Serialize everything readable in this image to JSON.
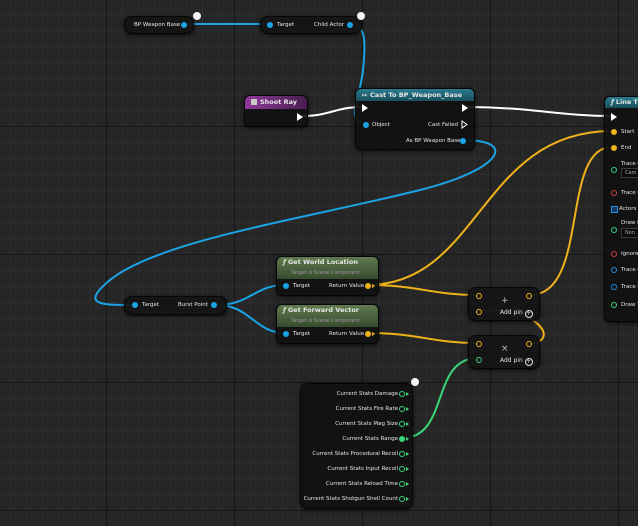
{
  "nodes": {
    "bp_weapon_base_var": {
      "label": "BP Weapon Base"
    },
    "child_actor_get": {
      "target": "Target",
      "output": "Child Actor"
    },
    "cast": {
      "title": "Cast To BP_Weapon_Base",
      "object": "Object",
      "cast_failed": "Cast Failed",
      "output": "As BP Weapon Base"
    },
    "shoot_ray": {
      "title": "Shoot Ray"
    },
    "line_trace": {
      "title": "Line T",
      "start": "Start",
      "end": "End",
      "trace_c1": "Trace C",
      "trace_c1_value": "Cam",
      "trace_c2": "Trace C",
      "actors": "Actors t",
      "draw_d": "Draw D",
      "draw_d_value": "Non",
      "ignore": "Ignore",
      "trace_c3": "Trace C",
      "trace_h": "Trace H",
      "draw_t": "Draw T"
    },
    "get_world_location": {
      "title": "Get World Location",
      "subtitle": "Target is Scene Component",
      "target": "Target",
      "output": "Return Value"
    },
    "get_forward_vector": {
      "title": "Get Forward Vector",
      "subtitle": "Target is Scene Component",
      "target": "Target",
      "output": "Return Value"
    },
    "burst_point": {
      "target": "Target",
      "output": "Burst Point"
    },
    "add_node": {
      "symbol": "+",
      "add_pin": "Add pin"
    },
    "multiply_node": {
      "symbol": "×",
      "add_pin": "Add pin"
    },
    "current_stats": {
      "pins": [
        "Current Stats Damage",
        "Current Stats Fire Rate",
        "Current Stats Mag Size",
        "Current Stats Range",
        "Current Stats Procedural Recoil",
        "Current Stats Input Recoil",
        "Current Stats Reload Time",
        "Current Stats Shotgun Shell Count"
      ]
    }
  },
  "colors": {
    "exec_wire": "#ffffff",
    "object_wire": "#1aa4e6",
    "vector_wire": "#f0b21a",
    "float_wire": "#39d67a"
  }
}
